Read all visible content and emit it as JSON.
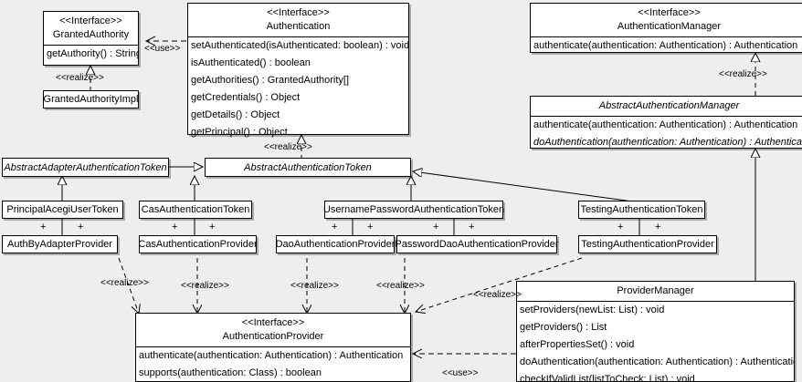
{
  "diagram": {
    "type": "uml-class-diagram",
    "background_color": "#eeeeee",
    "box_fill": "#ffffff",
    "line_color": "#000000"
  },
  "classes": {
    "granted_authority": {
      "stereotype": "<<Interface>>",
      "name": "GrantedAuthority",
      "operations": [
        "getAuthority() : String"
      ]
    },
    "granted_authority_impl": {
      "name": "GrantedAuthorityImpl"
    },
    "authentication": {
      "stereotype": "<<Interface>>",
      "name": "Authentication",
      "operations": [
        "setAuthenticated(isAuthenticated: boolean) : void",
        "isAuthenticated() : boolean",
        "getAuthorities() : GrantedAuthority[]",
        "getCredentials() : Object",
        "getDetails() : Object",
        "getPrincipal() : Object"
      ]
    },
    "authentication_manager": {
      "stereotype": "<<Interface>>",
      "name": "AuthenticationManager",
      "operations": [
        "authenticate(authentication: Authentication) : Authentication"
      ]
    },
    "abstract_authentication_manager": {
      "name": "AbstractAuthenticationManager",
      "operations": [
        "authenticate(authentication: Authentication) : Authentication",
        "doAuthentication(authentication: Authentication) : Authentication"
      ]
    },
    "abstract_adapter_authentication_token": {
      "name": "AbstractAdapterAuthenticationToken"
    },
    "abstract_authentication_token": {
      "name": "AbstractAuthenticationToken"
    },
    "principal_acegi_user_token": {
      "name": "PrincipalAcegiUserToken"
    },
    "cas_authentication_token": {
      "name": "CasAuthenticationToken"
    },
    "username_password_authentication_token": {
      "name": "UsernamePasswordAuthenticationToken"
    },
    "testing_authentication_token": {
      "name": "TestingAuthenticationToken"
    },
    "auth_by_adapter_provider": {
      "name": "AuthByAdapterProvider"
    },
    "cas_authentication_provider": {
      "name": "CasAuthenticationProvider"
    },
    "dao_authentication_provider": {
      "name": "DaoAuthenticationProvider"
    },
    "password_dao_authentication_provider": {
      "name": "PasswordDaoAuthenticationProvider"
    },
    "testing_authentication_provider": {
      "name": "TestingAuthenticationProvider"
    },
    "authentication_provider": {
      "stereotype": "<<Interface>>",
      "name": "AuthenticationProvider",
      "operations": [
        "authenticate(authentication: Authentication) : Authentication",
        "supports(authentication: Class) : boolean"
      ]
    },
    "provider_manager": {
      "name": "ProviderManager",
      "operations": [
        "setProviders(newList: List) : void",
        "getProviders() : List",
        "afterPropertiesSet() : void",
        "doAuthentication(authentication: Authentication) : Authentication",
        "checkIfValidList(listToCheck: List) : void"
      ]
    }
  },
  "edge_labels": {
    "use_authentication_grantedauthority": "<<use>>",
    "realize_grantedauthorityimpl": "<<realize>>",
    "realize_abstractauthenticationtoken": "<<realize>>",
    "realize_abstractauthenticationmanager": "<<realize>>",
    "realize_authbyadapter": "<<realize>>",
    "realize_cas": "<<realize>>",
    "realize_dao": "<<realize>>",
    "realize_passworddao": "<<realize>>",
    "realize_testing": "<<realize>>",
    "use_providermanager_authenticationprovider": "<<use>>",
    "assoc_plus": "+"
  }
}
